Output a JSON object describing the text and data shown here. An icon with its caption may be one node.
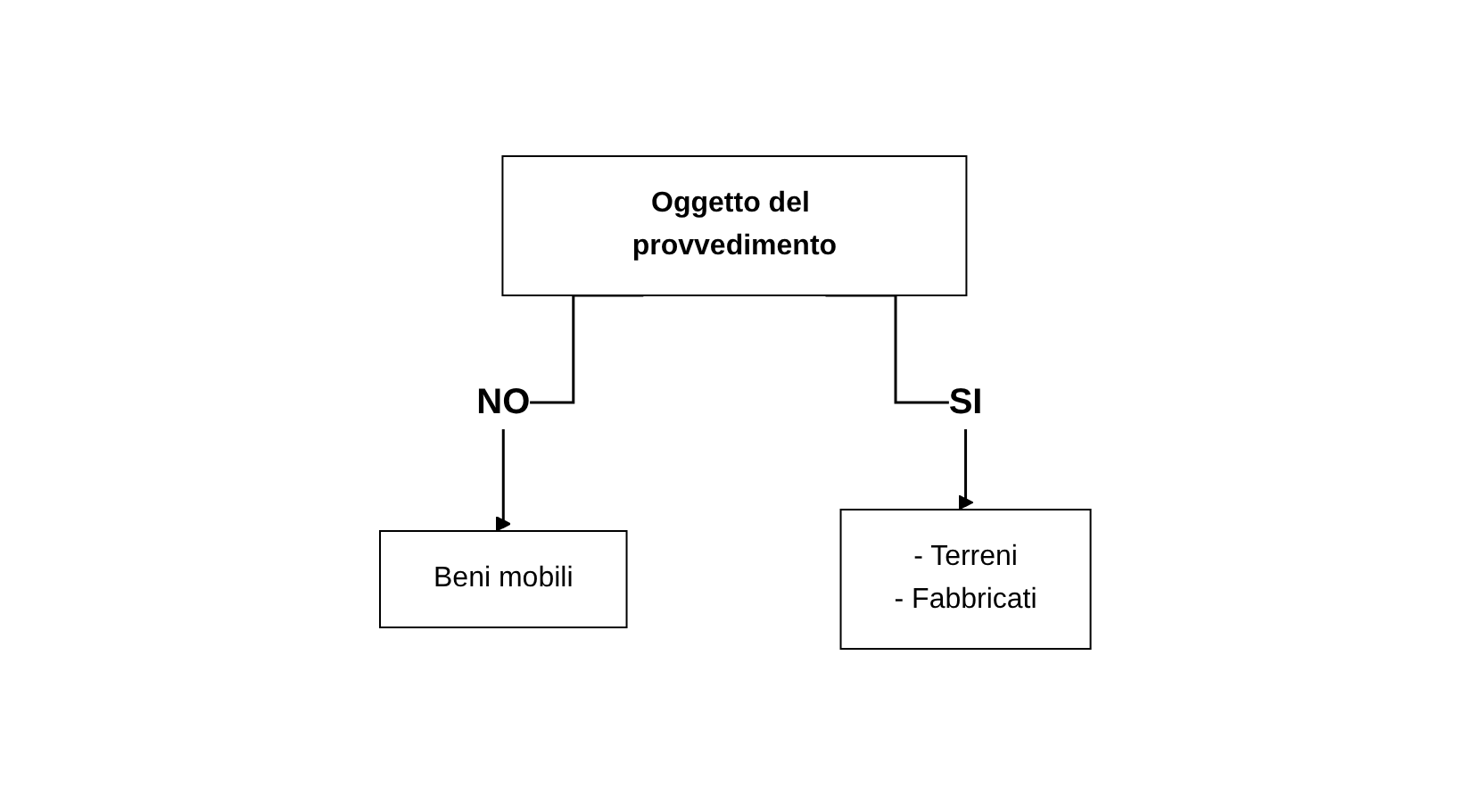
{
  "diagram": {
    "nodes": [
      {
        "text": [
          "Oggetto del provvedimento"
        ]
      },
      {
        "text": [
          "Beni mobili"
        ]
      },
      {
        "text": [
          "- Terreni",
          "- Fabbricati"
        ]
      }
    ],
    "edges": [
      {
        "from": 0,
        "to": 1,
        "arrow": "to",
        "label": "NO"
      },
      {
        "from": 0,
        "to": 2,
        "arrow": "to",
        "label": "SI"
      }
    ]
  }
}
